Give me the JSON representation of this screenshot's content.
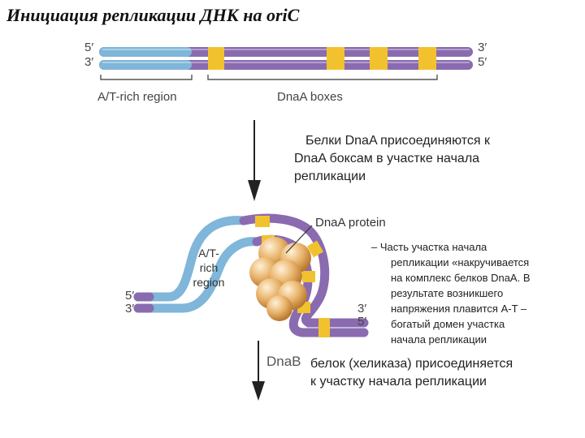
{
  "title": "Инициация репликации ДНК на oriC",
  "top_diagram": {
    "strand_top_left": "5′",
    "strand_bottom_left": "3′",
    "strand_top_right": "3′",
    "strand_bottom_right": "5′",
    "at_region_label": "A/T-rich region",
    "dnaa_boxes_label": "DnaA boxes"
  },
  "step1_text_line1": "Белки DnaA присоединяются к",
  "step1_text_line2": "DnaA боксам в участке начала",
  "step1_text_line3": "репликации",
  "bottom_diagram": {
    "dnaa_protein_label": "DnaA protein",
    "at_region_line1": "A/T-",
    "at_region_line2": "rich",
    "at_region_line3": "region",
    "left_top": "5′",
    "left_bottom": "3′",
    "right_top": "3′",
    "right_bottom": "5′"
  },
  "step2_lines": [
    "– Часть участка начала",
    "репликации «накручивается",
    "на комплекс белков DnaA. В",
    "результате возникшего",
    "напряжения плавится A-T –",
    "богатый домен участка",
    "начала репликации"
  ],
  "step3_label": "DnaB",
  "step3_text_line1": "белок (хеликаза) присоединяется",
  "step3_text_line2": "к участку начала репликации",
  "colors": {
    "blue_strand": "#7fb6d9",
    "purple_strand": "#8a6bb0",
    "yellow_box": "#f2c22e",
    "protein": "#e3a95c"
  }
}
